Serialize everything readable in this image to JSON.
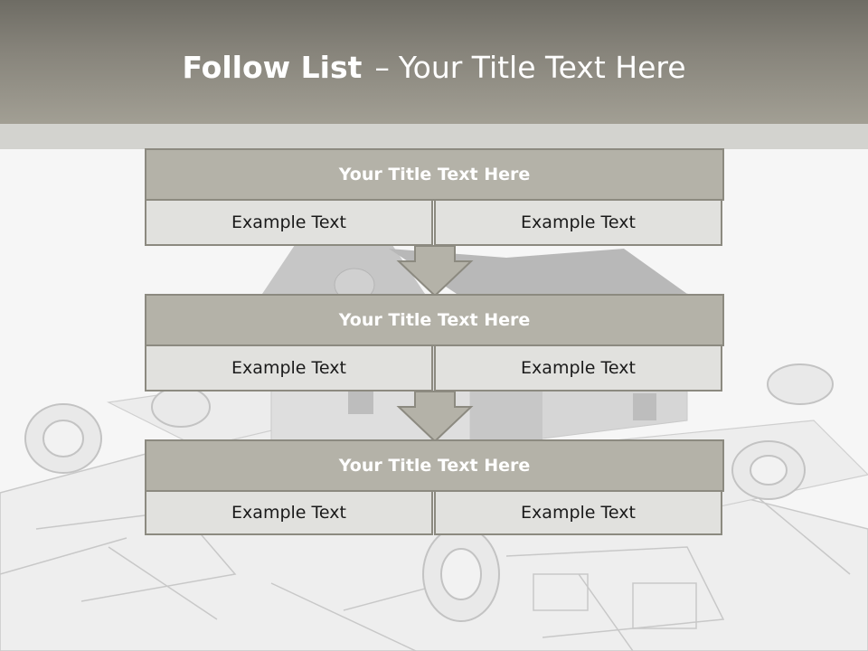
{
  "header": {
    "title_strong": "Follow List",
    "title_separator": "–",
    "title_rest": "Your Title Text Here"
  },
  "list": [
    {
      "title": "Your Title Text Here",
      "left": "Example Text",
      "right": "Example Text"
    },
    {
      "title": "Your Title Text Here",
      "left": "Example Text",
      "right": "Example Text"
    },
    {
      "title": "Your Title Text Here",
      "left": "Example Text",
      "right": "Example Text"
    }
  ],
  "colors": {
    "header": "#8a877d",
    "title_bar": "#b4b2a8",
    "cell": "#e1e1de",
    "border": "#8c8a80",
    "arrow": "#b4b2a8"
  }
}
